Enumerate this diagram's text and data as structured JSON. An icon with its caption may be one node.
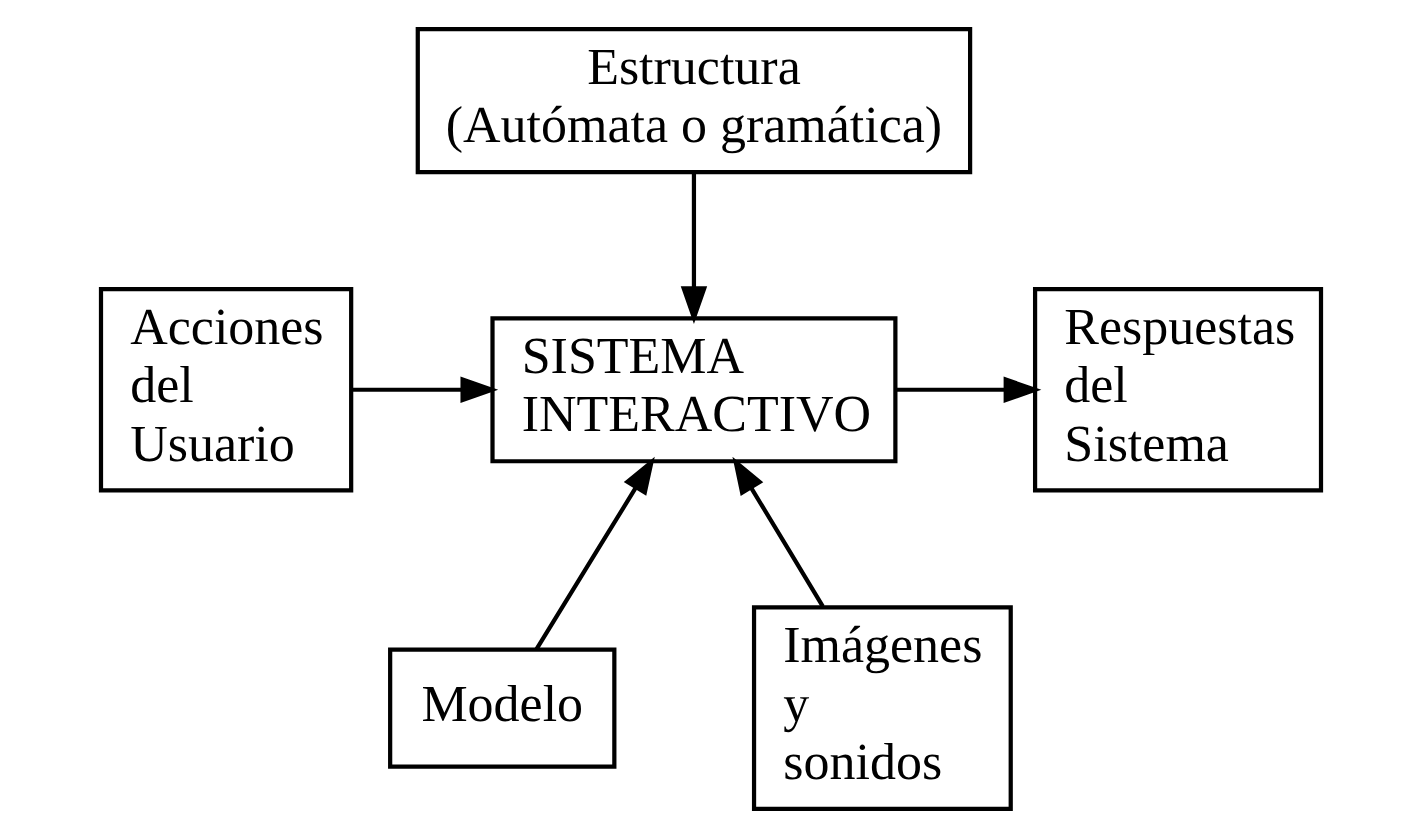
{
  "diagram": {
    "nodes": [
      {
        "text": [
          "Estructura (Autómata o gramática)"
        ]
      },
      {
        "text": [
          "Acciones del Usuario"
        ]
      },
      {
        "text": [
          "SISTEMA INTERACTIVO"
        ]
      },
      {
        "text": [
          "Respuestas del Sistema"
        ]
      },
      {
        "text": [
          "Modelo"
        ]
      },
      {
        "text": [
          "Imágenes y sonidos"
        ]
      }
    ],
    "edges": [
      {
        "from": 0,
        "to": 2,
        "arrow": "to"
      },
      {
        "from": 1,
        "to": 2,
        "arrow": "to"
      },
      {
        "from": 2,
        "to": 3,
        "arrow": "to"
      },
      {
        "from": 4,
        "to": 2,
        "arrow": "to"
      },
      {
        "from": 5,
        "to": 2,
        "arrow": "to"
      }
    ]
  }
}
